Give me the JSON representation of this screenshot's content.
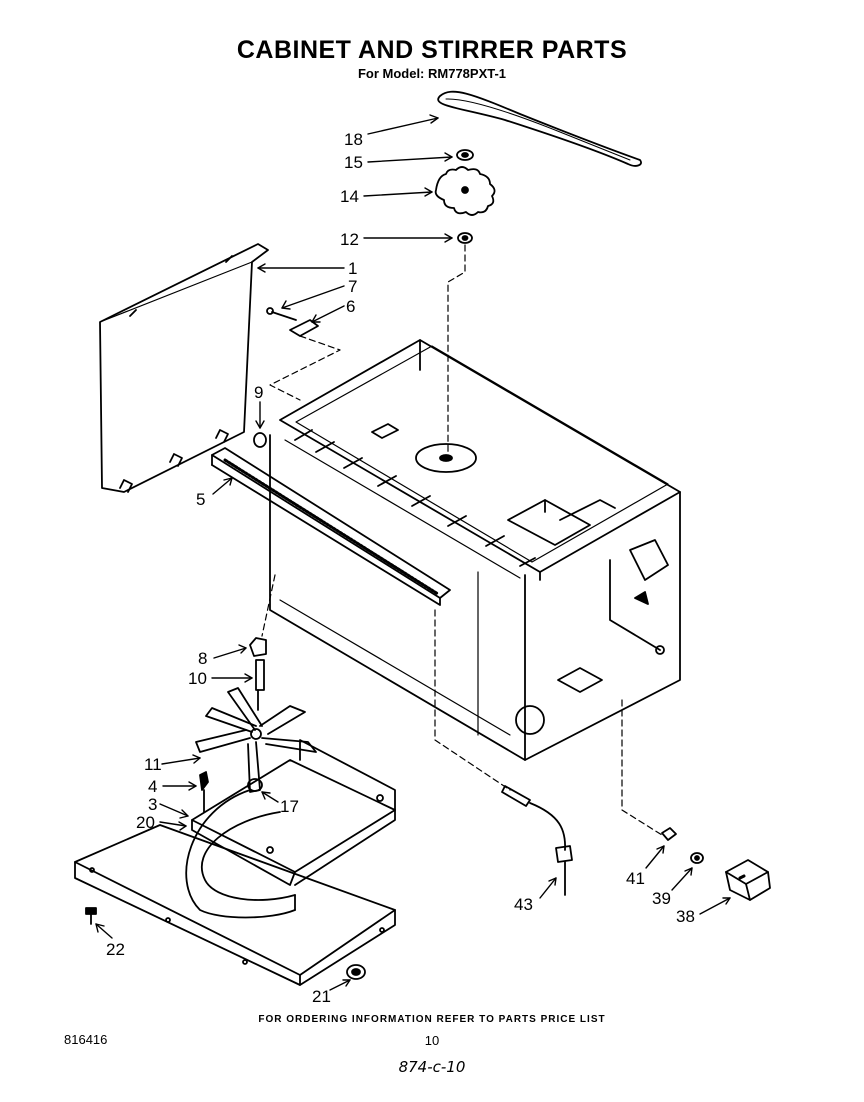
{
  "header": {
    "title": "CABINET AND STIRRER PARTS",
    "subtitle": "For Model: RM778PXT-1"
  },
  "diagram": {
    "callouts": [
      "18",
      "15",
      "14",
      "12",
      "1",
      "7",
      "6",
      "9",
      "5",
      "8",
      "10",
      "11",
      "4",
      "3",
      "20",
      "17",
      "22",
      "21",
      "43",
      "41",
      "39",
      "38"
    ]
  },
  "footer": {
    "note": "FOR ORDERING INFORMATION REFER TO PARTS PRICE LIST",
    "doc_number": "816416",
    "page_number": "10",
    "handwritten": "874-c-10"
  }
}
